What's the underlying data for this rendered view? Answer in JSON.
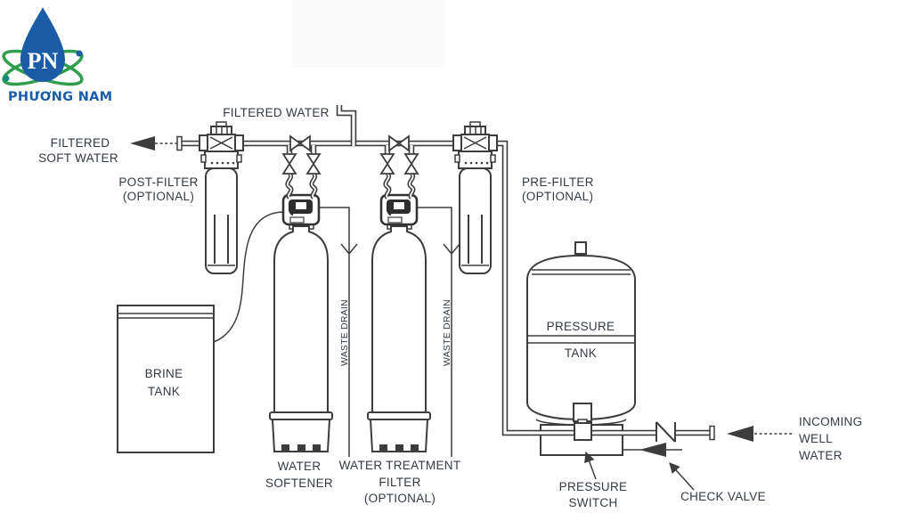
{
  "logo": {
    "monogram": "PN",
    "company": "PHƯƠNG NAM"
  },
  "labels": {
    "filtered_water": "FILTERED WATER",
    "filtered_soft_water": [
      "FILTERED",
      "SOFT WATER"
    ],
    "post_filter": [
      "POST-FILTER",
      "(OPTIONAL)"
    ],
    "pre_filter": [
      "PRE-FILTER",
      "(OPTIONAL)"
    ],
    "brine_tank": [
      "BRINE",
      "TANK"
    ],
    "water_softener": [
      "WATER",
      "SOFTENER"
    ],
    "treatment_filter": [
      "WATER TREATMENT",
      "FILTER",
      "(OPTIONAL)"
    ],
    "waste_drain": "WASTE DRAIN",
    "pressure_tank": [
      "PRESSURE",
      "TANK"
    ],
    "pressure_switch": [
      "PRESSURE",
      "SWITCH"
    ],
    "check_valve": "CHECK VALVE",
    "incoming_well_water": [
      "INCOMING",
      "WELL",
      "WATER"
    ]
  },
  "colors": {
    "line": "#3d3d3d",
    "label": "#333a45",
    "logo_blue": "#1a5ca6",
    "logo_green": "#2f9e4f",
    "logo_teal": "#15897f"
  }
}
